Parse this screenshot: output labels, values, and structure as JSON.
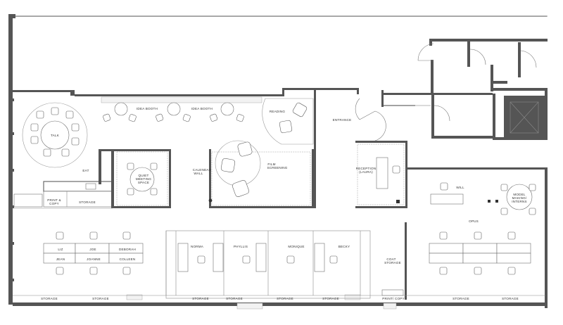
{
  "plan": {
    "labels": {
      "talk": "TALK",
      "idea_booth_1": "IDEA BOOTH",
      "idea_booth_2": "IDEA BOOTH",
      "reading": "READING",
      "eat": "EAT",
      "quiet_meeting_1": "QUIET",
      "quiet_meeting_2": "MEETING",
      "quiet_meeting_3": "SPACE",
      "calendar_wall_1": "CALENDAR",
      "calendar_wall_2": "WALL",
      "film_screening_1": "FILM",
      "film_screening_2": "SCREENING",
      "entrance": "ENTRANCE",
      "reception_1": "RECEPTION",
      "reception_2": "(LAURA)",
      "print_copy_1": "PRINT &",
      "print_copy_2": "COPY",
      "storage_kitchen": "STORAGE",
      "will": "WILL",
      "model_making_1": "MODEL",
      "model_making_2": "MAKING/",
      "model_making_3": "INTERNS",
      "opus": "OPUS",
      "liz": "LIZ",
      "joe": "JOE",
      "deborah": "DEBORAH",
      "jean": "JEAN",
      "joanne": "JOANNE",
      "colleen": "COLLEEN",
      "norma": "NORMA",
      "phyllis": "PHYLLIS",
      "monique": "MONIQUE",
      "becky": "BECKY",
      "coat_storage_1": "COAT",
      "coat_storage_2": "STORAGE",
      "storage_1": "STORAGE",
      "storage_2": "STORAGE",
      "storage_3": "STORAGE",
      "storage_4": "STORAGE",
      "storage_5": "STORAGE",
      "storage_6": "STORAGE",
      "print_copy_bottom": "PRINT/ COPY",
      "storage_7": "STORAGE",
      "storage_8": "STORAGE"
    }
  }
}
